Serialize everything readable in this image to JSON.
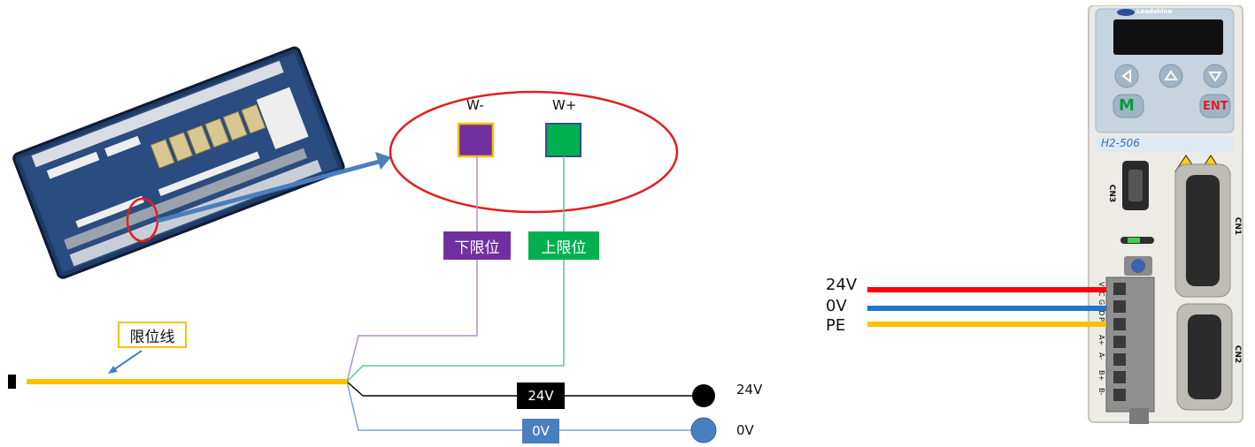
{
  "wiring": {
    "w_minus_label": "W-",
    "w_plus_label": "W+",
    "lower_limit_label": "下限位",
    "upper_limit_label": "上限位",
    "limit_wire_label": "限位线",
    "tag_24v": "24V",
    "tag_0v": "0V",
    "terminal_24v": "24V",
    "terminal_0v": "0V"
  },
  "driver": {
    "brand": "Leadshine",
    "model": "H2-506",
    "btn_m": "M",
    "btn_ent": "ENT",
    "cn3": "CN3",
    "cn1": "CN1",
    "cn2": "CN2",
    "pins": [
      "VCC",
      "GND",
      "PE",
      "A+",
      "A-",
      "B+",
      "B-"
    ],
    "wire_24v": "24V",
    "wire_0v": "0V",
    "wire_pe": "PE"
  },
  "colors": {
    "purple": "#7030a0",
    "green": "#00b050",
    "yellow": "#ffc000",
    "red": "#ff0000",
    "blue": "#1f77c9",
    "steel": "#4a7fbf"
  }
}
